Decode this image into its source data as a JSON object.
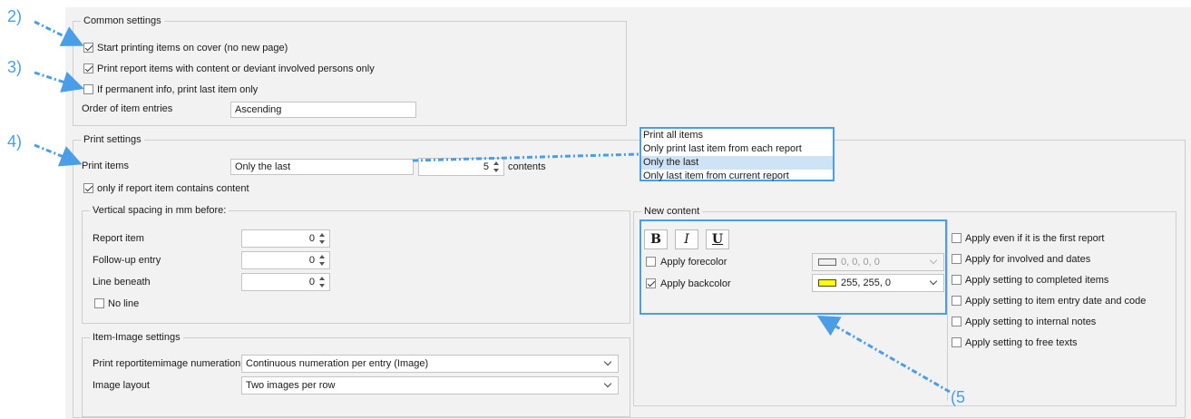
{
  "annotations": {
    "a2": "2)",
    "a3": "3)",
    "a4": "4)",
    "a5": "(5"
  },
  "common_settings": {
    "legend": "Common settings",
    "start_printing": {
      "label": "Start printing items on cover (no new page)",
      "checked": true
    },
    "print_report_items": {
      "label": "Print report items with content or deviant involved persons only",
      "checked": true
    },
    "permanent_info": {
      "label": "If permanent info, print last item only",
      "checked": false
    },
    "order_label": "Order of item entries",
    "order_value": "Ascending"
  },
  "print_settings": {
    "legend": "Print settings",
    "print_items_label": "Print items",
    "print_items_value": "Only the last",
    "count_value": "5",
    "contents_label": "contents",
    "only_if_content": {
      "label": "only if report item contains content",
      "checked": true
    }
  },
  "dropdown_popup": {
    "options": [
      "Print all items",
      "Only print last item from each report",
      "Only the last",
      "Only last item from current report"
    ],
    "selected": "Only the last"
  },
  "vertical_spacing": {
    "legend": "Vertical spacing in mm before:",
    "report_item": {
      "label": "Report item",
      "value": "0"
    },
    "follow_up": {
      "label": "Follow-up entry",
      "value": "0"
    },
    "line_beneath": {
      "label": "Line beneath",
      "value": "0"
    },
    "no_line": {
      "label": "No line",
      "checked": false
    }
  },
  "item_image": {
    "legend": "Item-Image settings",
    "numeration_label": "Print reportitemimage numeration",
    "numeration_value": "Continuous numeration per entry (Image)",
    "layout_label": "Image layout",
    "layout_value": "Two images per row"
  },
  "new_content": {
    "legend": "New content",
    "bold": "B",
    "italic": "I",
    "underline": "U",
    "forecolor": {
      "label": "Apply forecolor",
      "checked": false,
      "value": "0, 0, 0, 0",
      "swatch": "#f0f0f0"
    },
    "backcolor": {
      "label": "Apply backcolor",
      "checked": true,
      "value": "255, 255, 0",
      "swatch": "#ffff00"
    },
    "options": [
      {
        "label": "Apply even if it is the first report",
        "checked": false
      },
      {
        "label": "Apply for involved and dates",
        "checked": false
      },
      {
        "label": "Apply setting to completed items",
        "checked": false
      },
      {
        "label": "Apply setting to item entry date and code",
        "checked": false
      },
      {
        "label": "Apply setting to internal notes",
        "checked": false
      },
      {
        "label": "Apply setting to free texts",
        "checked": false
      }
    ]
  },
  "colors": {
    "accent": "#4a9ee8",
    "panel": "#f2f2f2",
    "selection": "#cfe3f6"
  }
}
